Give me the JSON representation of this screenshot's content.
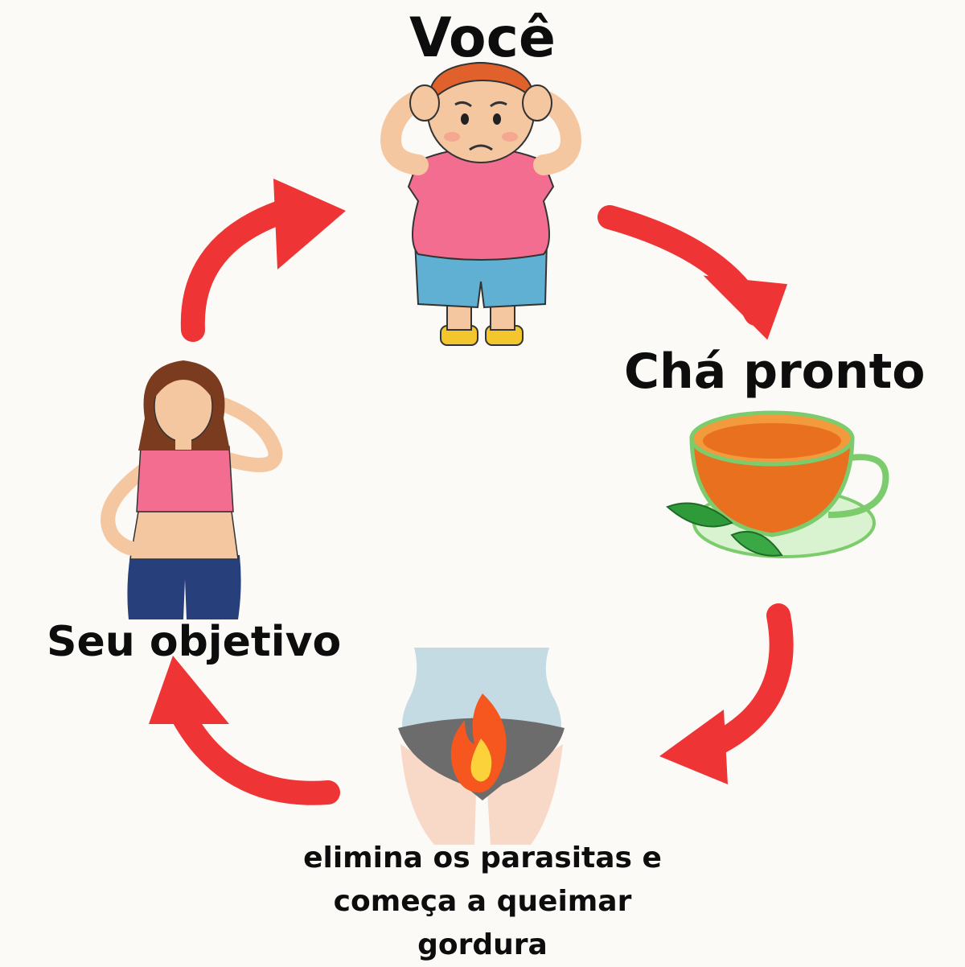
{
  "steps": {
    "voce": "Você",
    "cha_pronto": "Chá pronto",
    "seu_objetivo": "Seu objetivo",
    "queima": "elimina os parasitas e começa a queimar gordura"
  },
  "colors": {
    "arrow": "#ee3434",
    "background": "#fbfaf7",
    "shirt": "#f26d8f",
    "shorts": "#5fb0d2",
    "tea": "#e8701e",
    "cup_glass": "#9ee08a",
    "leaf": "#2f9a3a",
    "jeans": "#273f7a",
    "fire": "#f5571f"
  }
}
